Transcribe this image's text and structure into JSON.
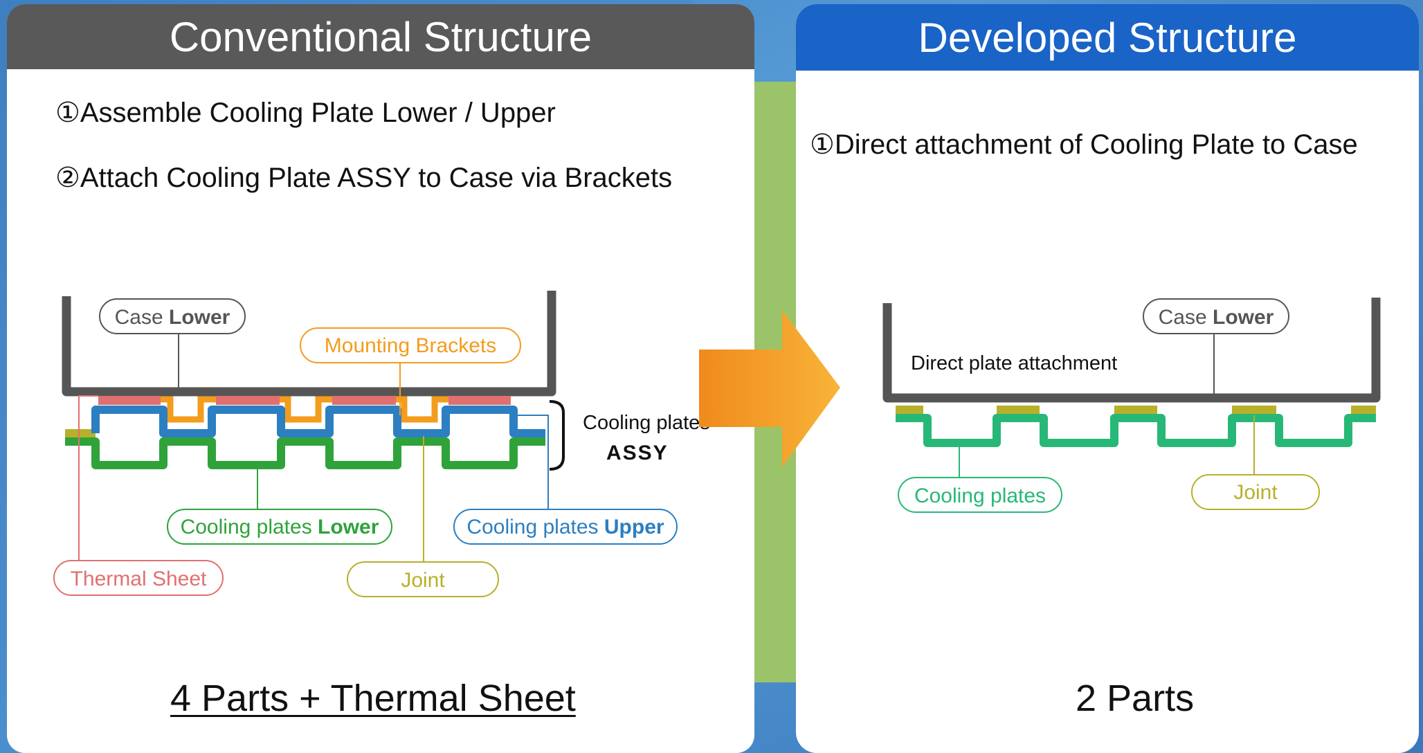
{
  "conventional": {
    "title": "Conventional Structure",
    "steps": [
      "①Assemble Cooling Plate Lower / Upper",
      "②Attach Cooling Plate ASSY to Case via Brackets"
    ],
    "labels": {
      "case_prefix": "Case ",
      "case_bold": "Lower",
      "mounting_brackets": "Mounting Brackets",
      "assy_line1": "Cooling plates",
      "assy_line2": "ASSY",
      "cooling_lower_prefix": "Cooling plates ",
      "cooling_lower_bold": "Lower",
      "cooling_upper_prefix": "Cooling plates ",
      "cooling_upper_bold": "Upper",
      "thermal_sheet": "Thermal Sheet",
      "joint": "Joint"
    },
    "summary": "4 Parts + Thermal Sheet"
  },
  "developed": {
    "title": "Developed Structure",
    "steps": [
      "①Direct attachment of Cooling Plate to Case"
    ],
    "labels": {
      "case_prefix": "Case ",
      "case_bold": "Lower",
      "direct_attachment": "Direct plate attachment",
      "cooling_plates": "Cooling plates",
      "joint": "Joint"
    },
    "summary": "2 Parts"
  },
  "colors": {
    "case": "#555555",
    "thermal_sheet": "#e07070",
    "mounting_brackets": "#f39c1e",
    "cooling_upper": "#2c7fc0",
    "cooling_lower": "#2fa33a",
    "joint": "#b8b02a",
    "cooling_plates_developed": "#27b877",
    "arrow": "#f6a01a"
  }
}
